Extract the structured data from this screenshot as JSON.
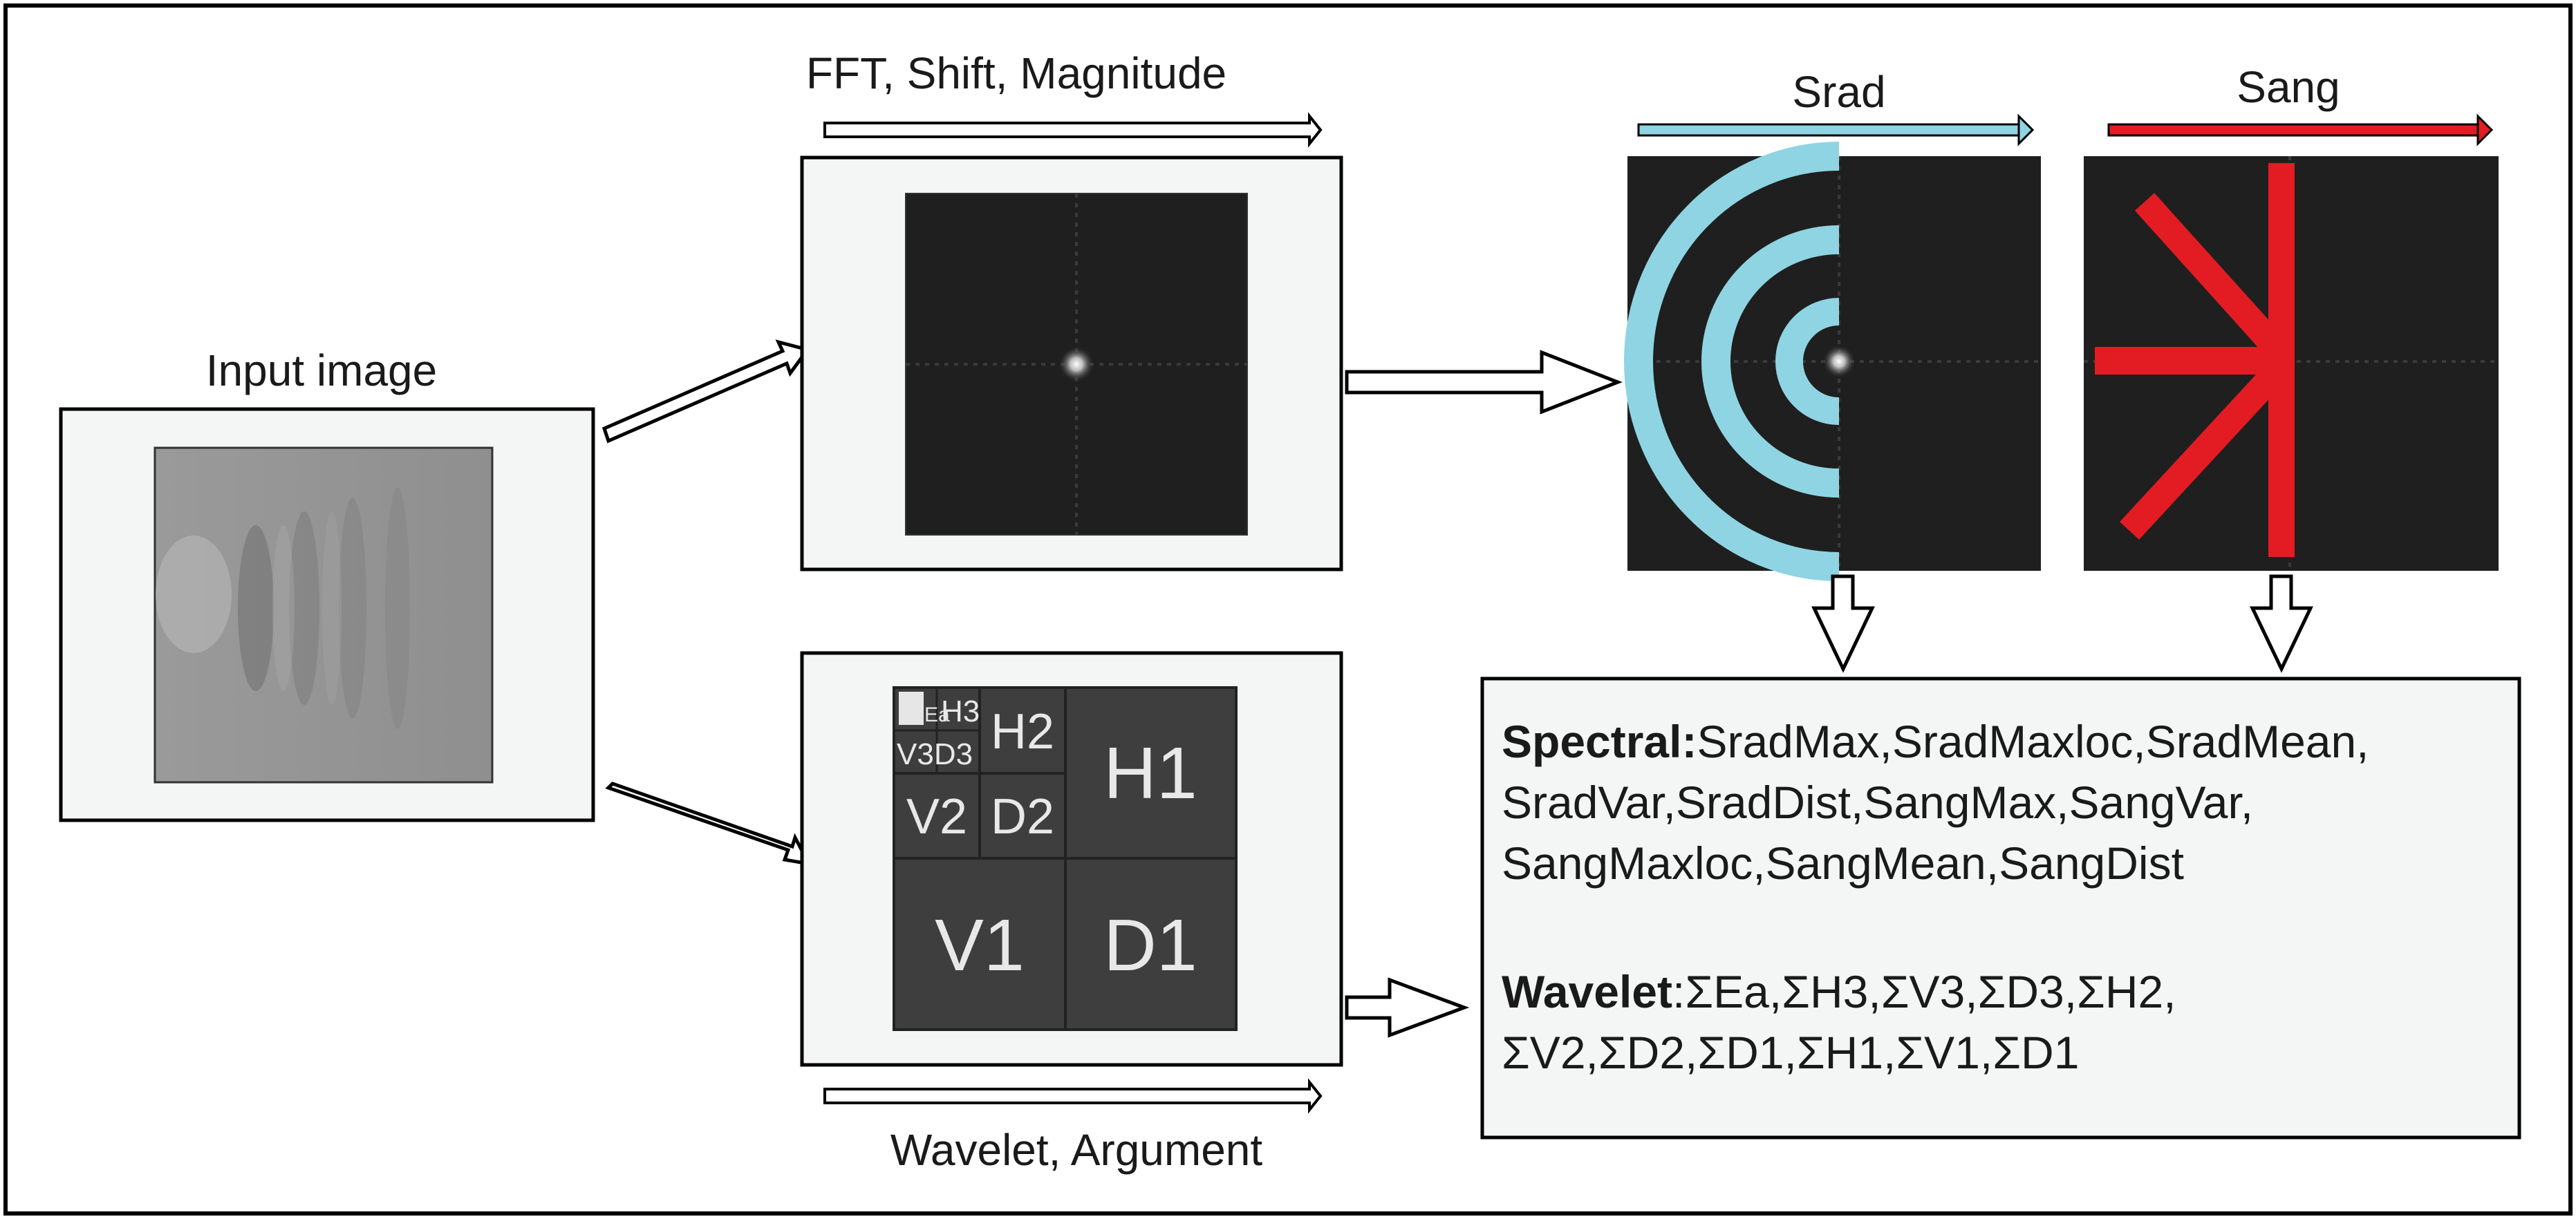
{
  "labels": {
    "input_image": "Input image",
    "fft": "FFT, Shift, Magnitude",
    "srad": "Srad",
    "sang": "Sang",
    "wavelet_argument": "Wavelet, Argument"
  },
  "wavelet_tiles": {
    "ea": "Ea",
    "h3": "H3",
    "v3d3": "V3D3",
    "h2": "H2",
    "v2": "V2",
    "d2": "D2",
    "h1": "H1",
    "v1": "V1",
    "d1": "D1"
  },
  "features": {
    "spectral_heading": "Spectral:",
    "spectral_line1": "SradMax,SradMaxloc,SradMean,",
    "spectral_line2": "SradVar,SradDist,SangMax,SangVar,",
    "spectral_line3": "SangMaxloc,SangMean,SangDist",
    "wavelet_heading": "Wavelet",
    "wavelet_line1": ":ΣEa,ΣH3,ΣV3,ΣD3,ΣH2,",
    "wavelet_line2": "ΣV2,ΣD2,ΣD1,ΣH1,ΣV1,ΣD1"
  },
  "colors": {
    "srad": "#8fd4e3",
    "sang": "#e31c23",
    "panel_fill": "#f4f6f5",
    "dark_image": "#1f1f1f",
    "wavelet_fill": "#3e3e3e"
  }
}
